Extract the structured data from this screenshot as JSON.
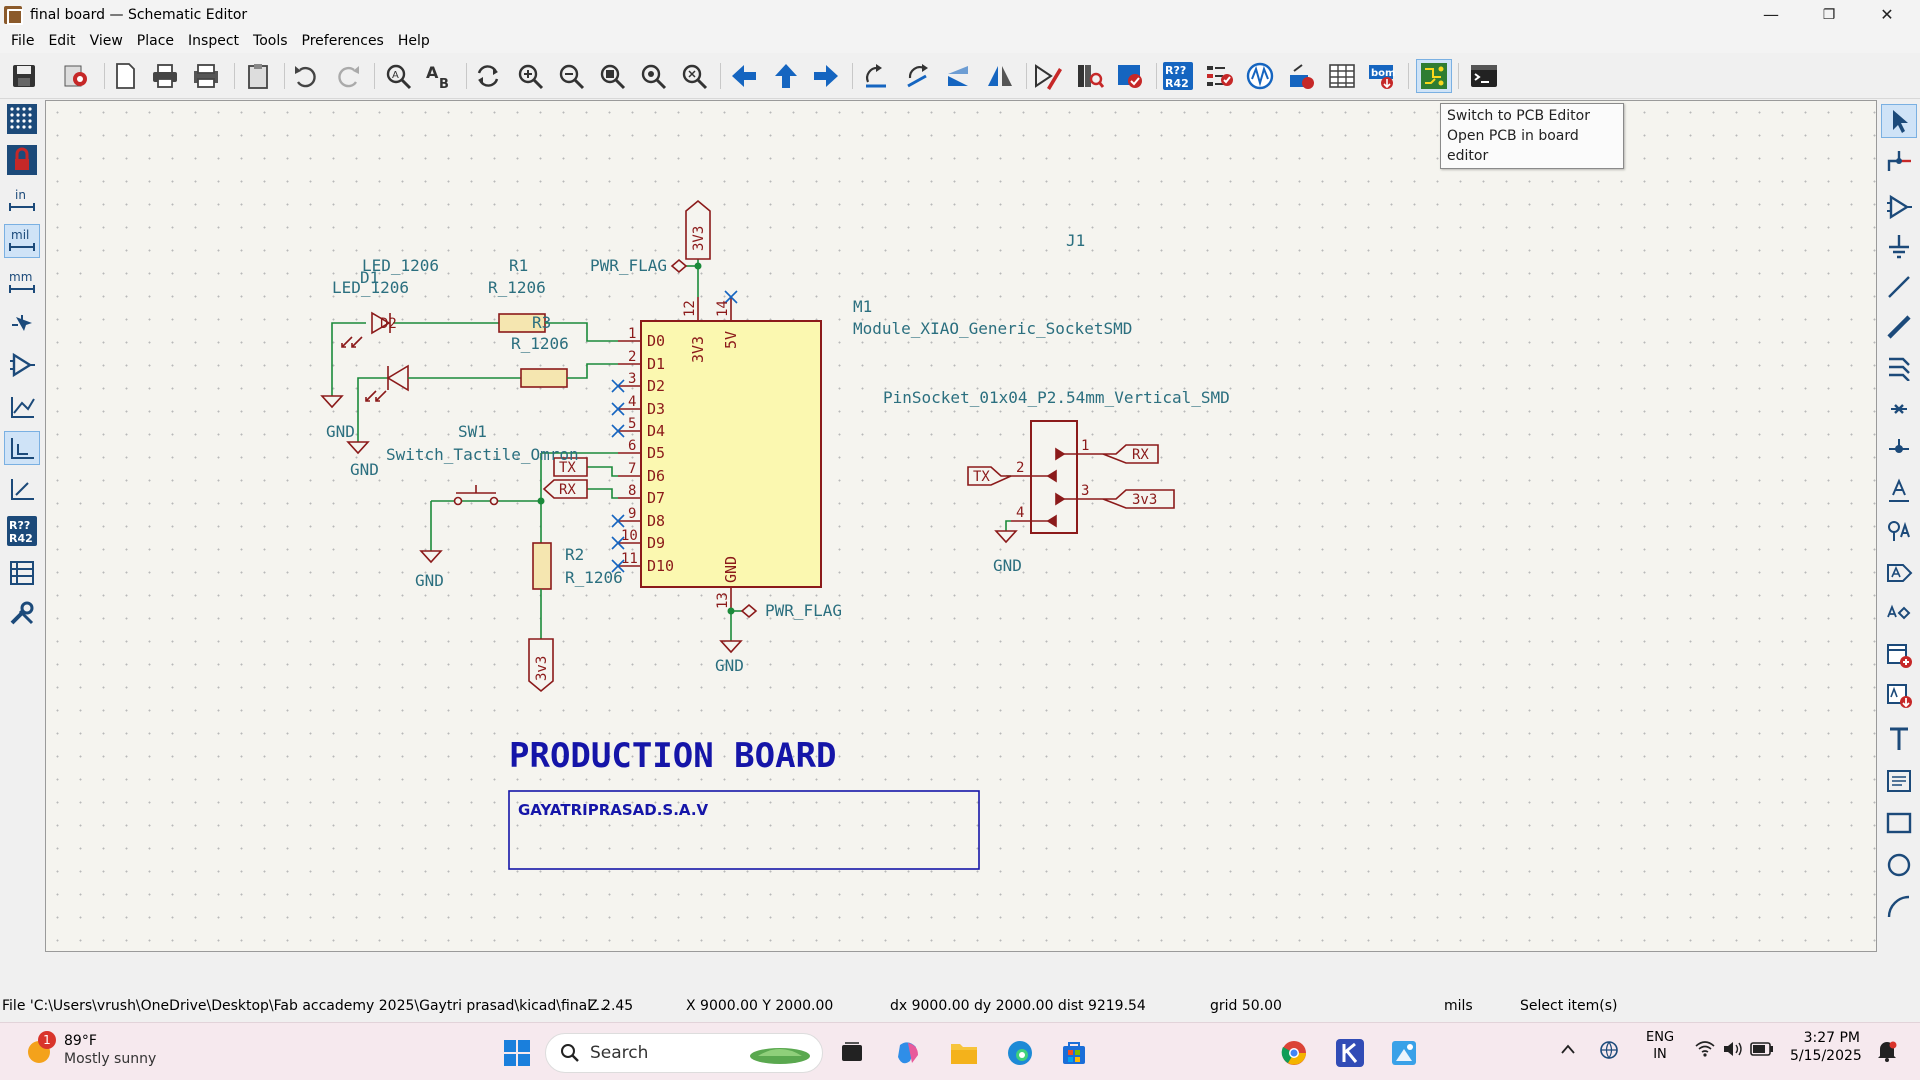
{
  "window": {
    "title": "final board — Schematic Editor",
    "controls": [
      "—",
      "❐",
      "✕"
    ]
  },
  "menu": [
    "File",
    "Edit",
    "View",
    "Place",
    "Inspect",
    "Tools",
    "Preferences",
    "Help"
  ],
  "left_toolbar": {
    "units_in": "in",
    "units_mil": "mil",
    "units_mm": "mm",
    "annotate_top": "R??",
    "annotate_bottom": "R42"
  },
  "toolbar": {
    "annotate_top": "R??",
    "annotate_bottom": "R42",
    "bom_label": "bom"
  },
  "tooltip": {
    "title": "Switch to PCB Editor",
    "description": "Open PCB in board editor"
  },
  "schematic": {
    "d1": {
      "ref": "D1",
      "value": "LED_1206"
    },
    "d2": {
      "ref": "D2",
      "value": "LED_1206"
    },
    "r1": {
      "ref": "R1",
      "value": "R_1206"
    },
    "r3": {
      "ref": "R3",
      "value": "R_1206"
    },
    "r2": {
      "ref": "R2",
      "value": "R_1206"
    },
    "sw1": {
      "ref": "SW1",
      "value": "Switch_Tactile_Omron"
    },
    "m1": {
      "ref": "M1",
      "value": "Module_XIAO_Generic_SocketSMD",
      "left_pins": [
        {
          "num": "1",
          "name": "D0"
        },
        {
          "num": "2",
          "name": "D1"
        },
        {
          "num": "3",
          "name": "D2"
        },
        {
          "num": "4",
          "name": "D3"
        },
        {
          "num": "5",
          "name": "D4"
        },
        {
          "num": "6",
          "name": "D5"
        },
        {
          "num": "7",
          "name": "D6"
        },
        {
          "num": "8",
          "name": "D7"
        },
        {
          "num": "9",
          "name": "D8"
        },
        {
          "num": "10",
          "name": "D9"
        },
        {
          "num": "11",
          "name": "D10"
        }
      ],
      "top_pins": [
        {
          "num": "12",
          "name": "3V3"
        },
        {
          "num": "14",
          "name": "5V"
        }
      ],
      "bottom_pin": {
        "num": "13",
        "name": "GND"
      }
    },
    "j1": {
      "ref": "J1",
      "value": "PinSocket_01x04_P2.54mm_Vertical_SMD",
      "pins": [
        "1",
        "2",
        "3",
        "4"
      ]
    },
    "labels": {
      "power_3v3": "3V3",
      "pwr_flag": "PWR_FLAG",
      "gnd": "GND",
      "tx": "TX",
      "rx": "RX",
      "net_3v3": "3v3"
    },
    "title_text": "PRODUCTION BOARD",
    "author": "GAYATRIPRASAD.S.A.V"
  },
  "status": {
    "file": "File 'C:\\Users\\vrush\\OneDrive\\Desktop\\Fab accademy 2025\\Gaytri prasad\\kicad\\final ...",
    "zoom": "Z 2.45",
    "xy": "X 9000.00  Y 2000.00",
    "delta": "dx 9000.00  dy 2000.00  dist 9219.54",
    "grid": "grid 50.00",
    "units": "mils",
    "mode": "Select item(s)"
  },
  "taskbar": {
    "weather_temp": "89°F",
    "weather_desc": "Mostly sunny",
    "weather_badge": "1",
    "search": "Search",
    "lang": "ENG",
    "region": "IN",
    "time": "3:27 PM",
    "date": "5/15/2025"
  }
}
